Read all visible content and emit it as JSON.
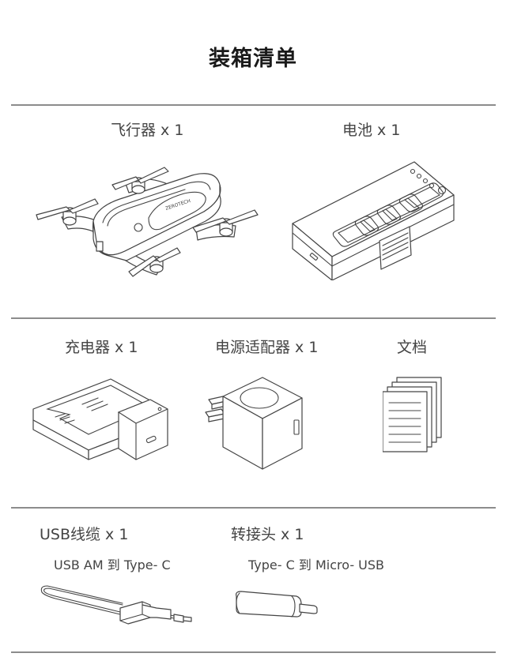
{
  "page": {
    "title": "装箱清单"
  },
  "sections": [
    {
      "items": [
        {
          "name": "飞行器",
          "qty": "x 1",
          "label": "飞行器 x 1",
          "icon": "drone-illustration"
        },
        {
          "name": "电池",
          "qty": "x 1",
          "label": "电池 x 1",
          "icon": "battery-illustration"
        }
      ]
    },
    {
      "items": [
        {
          "name": "充电器",
          "qty": "x 1",
          "label": "充电器 x 1",
          "icon": "charger-illustration"
        },
        {
          "name": "电源适配器",
          "qty": "x 1",
          "label": "电源适配器 x 1",
          "icon": "power-adapter-illustration"
        },
        {
          "name": "文档",
          "label": "文档",
          "icon": "documents-illustration"
        }
      ]
    },
    {
      "items": [
        {
          "name": "USB线缆",
          "qty": "x 1",
          "label": "USB线缆 x 1",
          "description": "USB AM 到 Type- C",
          "icon": "usb-cable-illustration"
        },
        {
          "name": "转接头",
          "qty": "x 1",
          "label": "转接头 x 1",
          "description": "Type- C 到 Micro- USB",
          "icon": "adapter-dongle-illustration"
        }
      ]
    }
  ],
  "drone_brand_text": "ZEROTECH"
}
